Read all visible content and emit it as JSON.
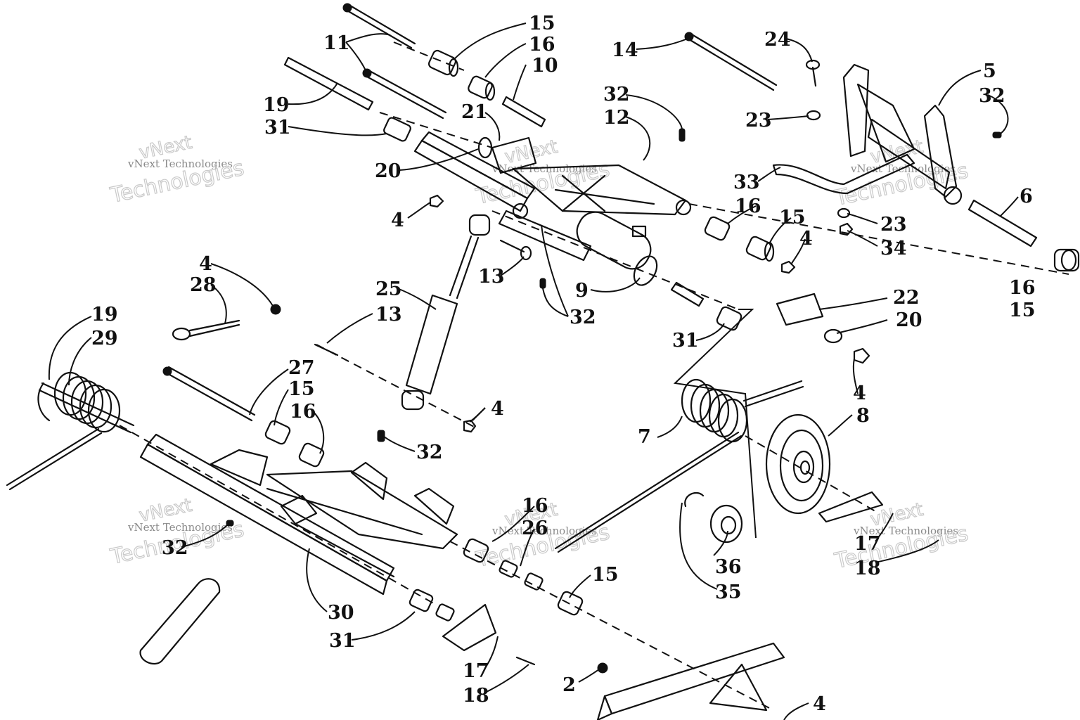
{
  "watermark": {
    "small": "vNext Technologies",
    "big_1": "vNext",
    "big_2": "Technologies"
  },
  "callouts": [
    "15",
    "16",
    "10",
    "11",
    "19",
    "31",
    "21",
    "20",
    "14",
    "24",
    "5",
    "32",
    "23",
    "32",
    "12",
    "33",
    "6",
    "16",
    "15",
    "4",
    "23",
    "34",
    "4",
    "13",
    "9",
    "32",
    "25",
    "13",
    "4",
    "28",
    "19",
    "29",
    "22",
    "20",
    "31",
    "16",
    "15",
    "27",
    "15",
    "16",
    "4",
    "7",
    "8",
    "32",
    "4",
    "32",
    "16",
    "26",
    "36",
    "35",
    "17",
    "18",
    "15",
    "30",
    "31",
    "17",
    "18",
    "2",
    "4"
  ]
}
